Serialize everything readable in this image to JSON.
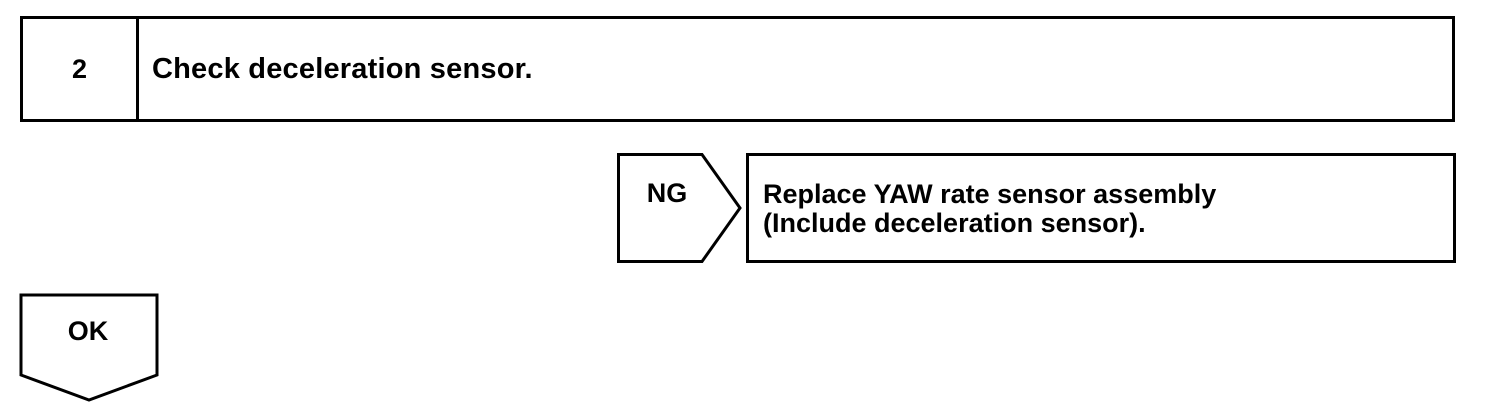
{
  "step": {
    "number": "2",
    "title": "Check deceleration sensor."
  },
  "ng_branch": {
    "label": "NG",
    "action_lines": [
      "Replace YAW rate sensor assembly",
      "(Include deceleration sensor)."
    ]
  },
  "ok_branch": {
    "label": "OK"
  }
}
